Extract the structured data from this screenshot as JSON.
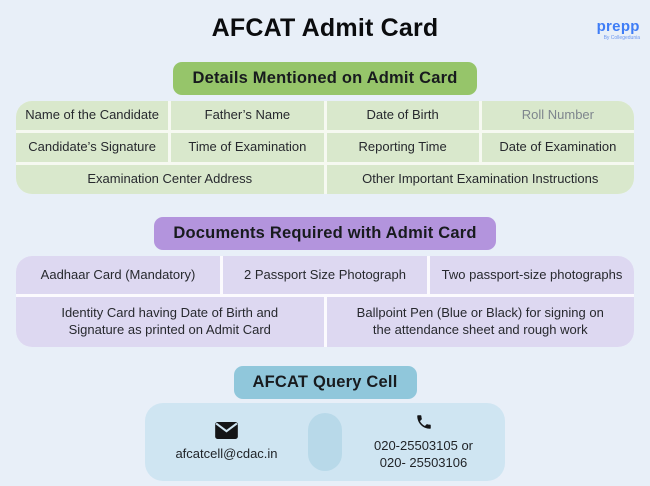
{
  "page": {
    "title": "AFCAT Admit Card"
  },
  "logo": {
    "name": "prepp",
    "tagline": "By Collegedunia"
  },
  "colors": {
    "background": "#e8eff8",
    "green_header": "#96c56a",
    "green_cell": "#d9e8cc",
    "purple_header": "#b394dd",
    "purple_cell": "#ddd8f1",
    "blue_header": "#90c7db",
    "blue_card": "#cfe5f2",
    "blue_divider": "#b8d9e9",
    "logo_blue": "#3f7df6",
    "muted_text": "#7e858d"
  },
  "icons": [
    "envelope-icon",
    "phone-icon"
  ],
  "sections": {
    "details": {
      "header": "Details Mentioned on Admit Card",
      "row1": [
        "Name of the Candidate",
        "Father’s Name",
        "Date of Birth",
        "Roll Number"
      ],
      "row2": [
        "Candidate’s Signature",
        "Time of Examination",
        "Reporting Time",
        "Date of Examination"
      ],
      "row3": [
        "Examination Center Address",
        "Other Important Examination Instructions"
      ]
    },
    "documents": {
      "header": "Documents Required with Admit Card",
      "row1": [
        "Aadhaar Card (Mandatory)",
        "2 Passport Size Photograph",
        "Two passport-size photographs"
      ],
      "row2": [
        "Identity Card having Date of Birth and Signature as printed on Admit Card",
        "Ballpoint Pen (Blue or Black) for signing on the attendance sheet and rough work"
      ]
    },
    "query_cell": {
      "header": "AFCAT Query Cell",
      "email": "afcatcell@cdac.in",
      "phone_line1": "020-25503105 or",
      "phone_line2": "020- 25503106"
    }
  }
}
